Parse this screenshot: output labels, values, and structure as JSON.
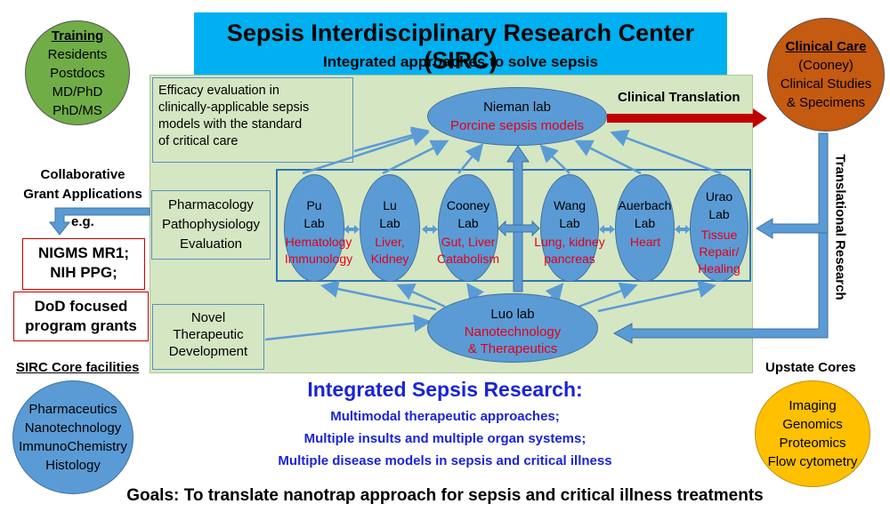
{
  "title": "Sepsis Interdisciplinary Research Center (SIRC)",
  "subtitle": "Integrated approaches to solve sepsis",
  "training": {
    "heading": "Training",
    "items": [
      "Residents",
      "Postdocs",
      "MD/PhD",
      "PhD/MS"
    ]
  },
  "clinical_care": {
    "heading": "Clinical Care",
    "items": [
      "(Cooney)",
      "Clinical Studies",
      "& Specimens"
    ]
  },
  "efficacy_text": [
    "Efficacy evaluation in",
    "clinically-applicable sepsis",
    "models with the standard",
    "of critical care"
  ],
  "clinical_translation": "Clinical Translation",
  "translational_research": "Translational Research",
  "nieman": {
    "name": "Nieman lab",
    "desc": "Porcine sepsis models"
  },
  "pharmacology_text": [
    "Pharmacology",
    "Pathophysiology",
    "Evaluation"
  ],
  "novel_text": [
    "Novel",
    "Therapeutic",
    "Development"
  ],
  "labs": [
    {
      "name": [
        "Pu",
        "Lab"
      ],
      "desc": [
        "Hematology",
        "Immunology"
      ]
    },
    {
      "name": [
        "Lu",
        "Lab"
      ],
      "desc": [
        "Liver,",
        "Kidney"
      ]
    },
    {
      "name": [
        "Cooney",
        "Lab"
      ],
      "desc": [
        "Gut, Liver",
        "Catabolism"
      ]
    },
    {
      "name": [
        "Wang",
        "Lab"
      ],
      "desc": [
        "Lung, kidney",
        "pancreas"
      ]
    },
    {
      "name": [
        "Auerbach",
        "Lab"
      ],
      "desc": [
        "Heart"
      ]
    },
    {
      "name": [
        "Urao",
        "Lab"
      ],
      "desc": [
        "Tissue",
        "Repair/",
        "Healing"
      ]
    }
  ],
  "luo": {
    "name": "Luo lab",
    "desc": [
      "Nanotechnology",
      "& Therapeutics"
    ]
  },
  "collab": {
    "lines": [
      "Collaborative",
      "Grant Applications"
    ],
    "eg": "e.g."
  },
  "grants": {
    "box1": [
      "NIGMS MR1;",
      "NIH PPG;"
    ],
    "box2": [
      "DoD focused",
      "program grants"
    ]
  },
  "sirc_core": {
    "heading": "SIRC Core facilities",
    "items": [
      "Pharmaceutics",
      "Nanotechnology",
      "ImmunoChemistry",
      "Histology"
    ]
  },
  "upstate_core": {
    "heading": "Upstate Cores",
    "items": [
      "Imaging",
      "Genomics",
      "Proteomics",
      "Flow cytometry"
    ]
  },
  "integrated": {
    "heading": "Integrated Sepsis Research:",
    "lines": [
      "Multimodal therapeutic approaches;",
      "Multiple insults and multiple organ systems;",
      "Multiple disease models in sepsis and critical illness"
    ]
  },
  "goals": "Goals: To translate nanotrap approach for sepsis and critical illness treatments",
  "colors": {
    "title_bg": "#00b0f0",
    "panel_bg": "#d5e6c3",
    "lab_fill": "#5b9bd5",
    "training_fill": "#70ad47",
    "clinical_fill": "#c55a11",
    "sirc_fill": "#5b9bd5",
    "upstate_fill": "#ffc000",
    "label_red": "#e3001b",
    "heading_blue": "#1a24d6",
    "arrow_red": "#c00000"
  }
}
